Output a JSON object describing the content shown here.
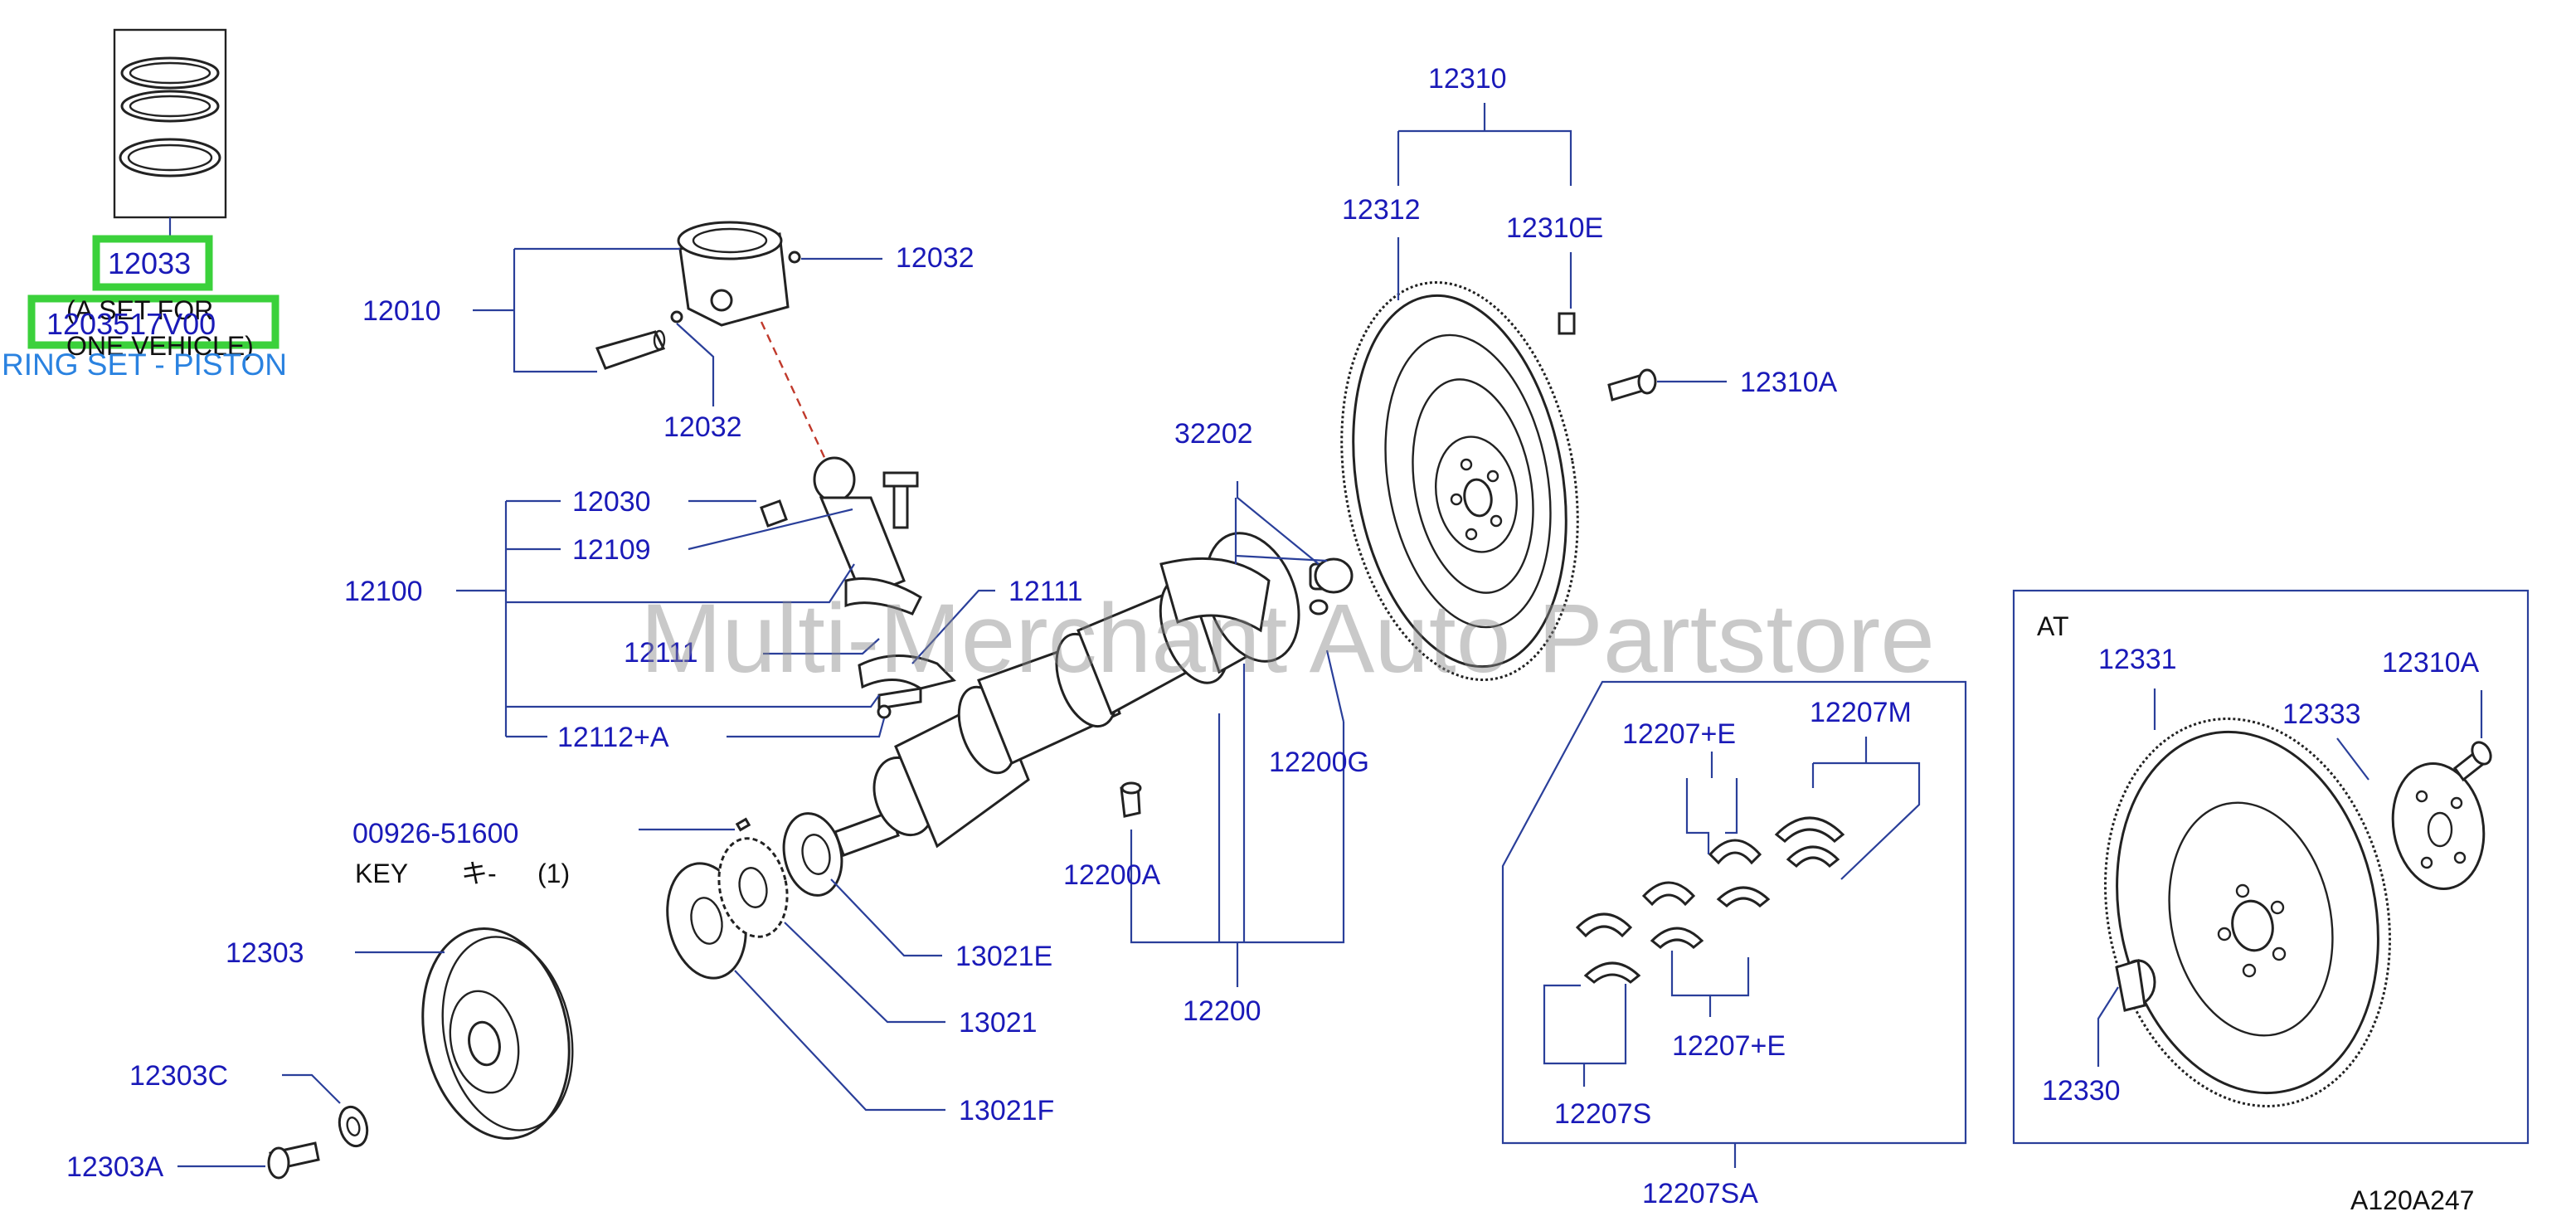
{
  "parts": {
    "p12033": "12033",
    "p12035": "1203517V00",
    "set_line1": "(A  SET  FOR",
    "set_line2": "ONE  VEHICLE)",
    "ring_set": "RING SET - PISTON",
    "p12010": "12010",
    "p12032a": "12032",
    "p12032b": "12032",
    "p12030": "12030",
    "p12109": "12109",
    "p12100": "12100",
    "p12111a": "12111",
    "p12111b": "12111",
    "p12112a": "12112+A",
    "p00926": "00926-51600",
    "key_text": "KEY",
    "key_jp": "キ-",
    "key_qty": "(1)",
    "p12303": "12303",
    "p12303c": "12303C",
    "p12303a": "12303A",
    "p13021e": "13021E",
    "p13021": "13021",
    "p13021f": "13021F",
    "p12200a": "12200A",
    "p12200": "12200",
    "p12200g": "12200G",
    "p32202": "32202",
    "p12310": "12310",
    "p12312": "12312",
    "p12310e": "12310E",
    "p12310a": "12310A",
    "p12207e_top": "12207+E",
    "p12207m": "12207M",
    "p12207e_bot": "12207+E",
    "p12207s": "12207S",
    "p12207sa": "12207SA",
    "at_label": "AT",
    "p12331": "12331",
    "p12310a_at": "12310A",
    "p12333": "12333",
    "p12330": "12330",
    "diagram_code": "A120A247"
  },
  "watermark": "Multi-Merchant Auto Partstore",
  "colors": {
    "label": "#1a1ab8",
    "leader": "#2a3f9a",
    "highlight": "#3bd13b",
    "ring_set_label": "#2a82e0"
  }
}
